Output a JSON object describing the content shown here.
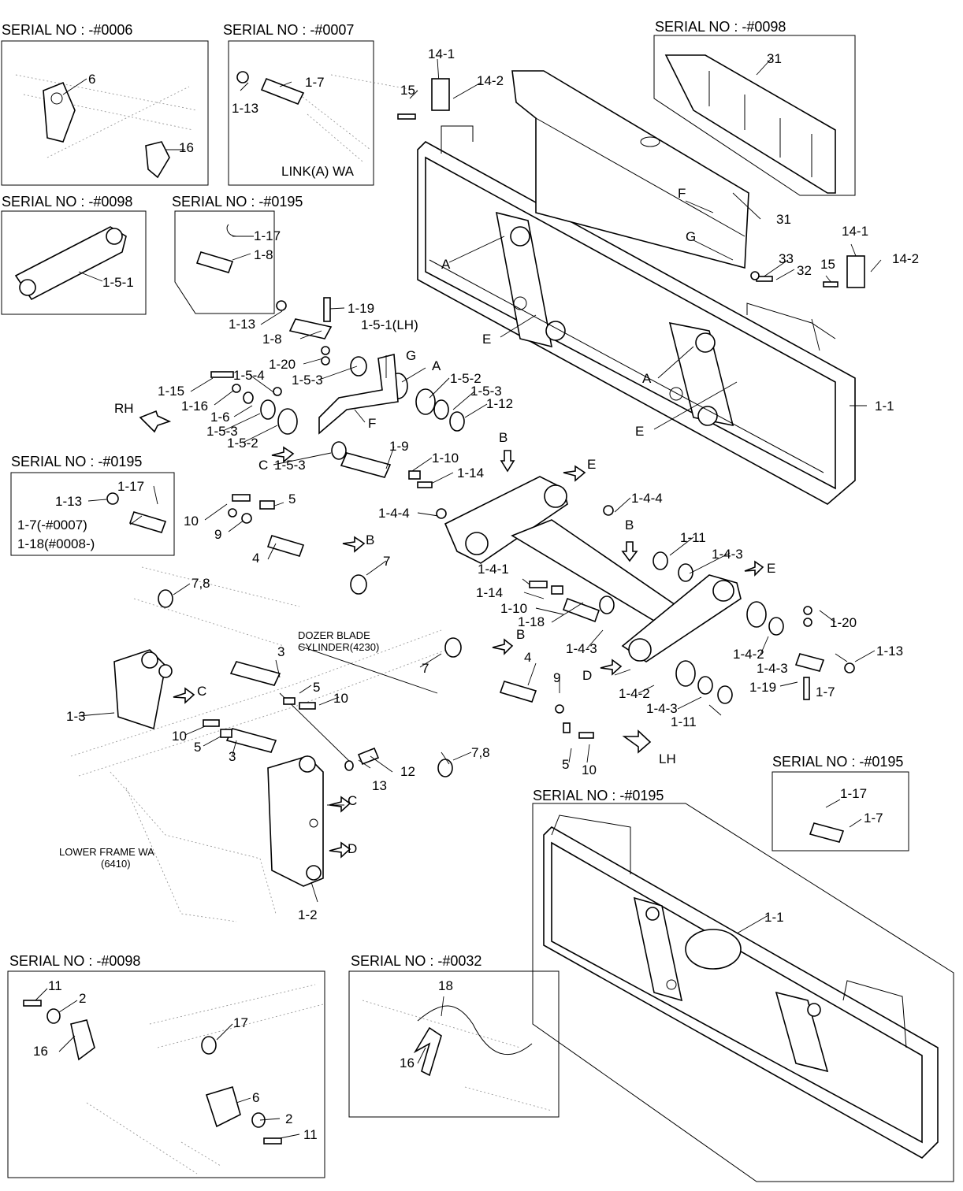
{
  "serial_notes": [
    "SERIAL NO : -#0006",
    "SERIAL NO : -#0007",
    "SERIAL NO : -#0098",
    "SERIAL NO : -#0098",
    "SERIAL NO : -#0195",
    "SERIAL NO : -#0195",
    "SERIAL NO : -#0195",
    "SERIAL NO : -#0195",
    "SERIAL NO : -#0098",
    "SERIAL NO : -#0032"
  ],
  "annotations": {
    "link_wa": "LINK(A) WA",
    "dozer_line1": "DOZER BLADE",
    "dozer_line2": "CYLINDER(4230)",
    "lower_frame_line1": "LOWER FRAME WA",
    "lower_frame_line2": "(6410)",
    "rh": "RH",
    "lh": "LH"
  },
  "part_labels": [
    "6",
    "16",
    "1-13",
    "1-7",
    "1-5-1",
    "1-17",
    "1-8",
    "14-1",
    "14-2",
    "15",
    "31",
    "31",
    "F",
    "G",
    "33",
    "32",
    "15",
    "14-1",
    "14-2",
    "A",
    "E",
    "A",
    "1-1",
    "1-19",
    "1-13",
    "1-8",
    "1-20",
    "1-5-1(LH)",
    "G",
    "1-5-3",
    "A",
    "1-5-2",
    "1-5-3",
    "1-12",
    "1-15",
    "1-16",
    "1-5-4",
    "1-6",
    "1-5-3",
    "1-5-2",
    "F",
    "C",
    "1-5-3",
    "1-9",
    "1-10",
    "1-14",
    "RH",
    "B",
    "E",
    "E",
    "1-17",
    "1-13",
    "1-7(-#0007)",
    "1-18(#0008-)",
    "10",
    "5",
    "9",
    "4",
    "B",
    "7",
    "1-4-4",
    "1-4-4",
    "B",
    "1-4-1",
    "1-11",
    "1-4-3",
    "E",
    "1-14",
    "1-10",
    "1-18",
    "1-20",
    "1-4-2",
    "1-4-3",
    "1-13",
    "1-7",
    "1-4-3",
    "D",
    "1-4-2",
    "1-4-3",
    "1-11",
    "1-19",
    "7,8",
    "3",
    "5",
    "10",
    "7",
    "B",
    "4",
    "9",
    "C",
    "1-3",
    "10",
    "5",
    "3",
    "13",
    "12",
    "7,8",
    "5",
    "10",
    "LH",
    "C",
    "D",
    "1-2",
    "1-17",
    "1-7",
    "1-1",
    "11",
    "2",
    "16",
    "17",
    "6",
    "2",
    "11",
    "18",
    "16"
  ]
}
